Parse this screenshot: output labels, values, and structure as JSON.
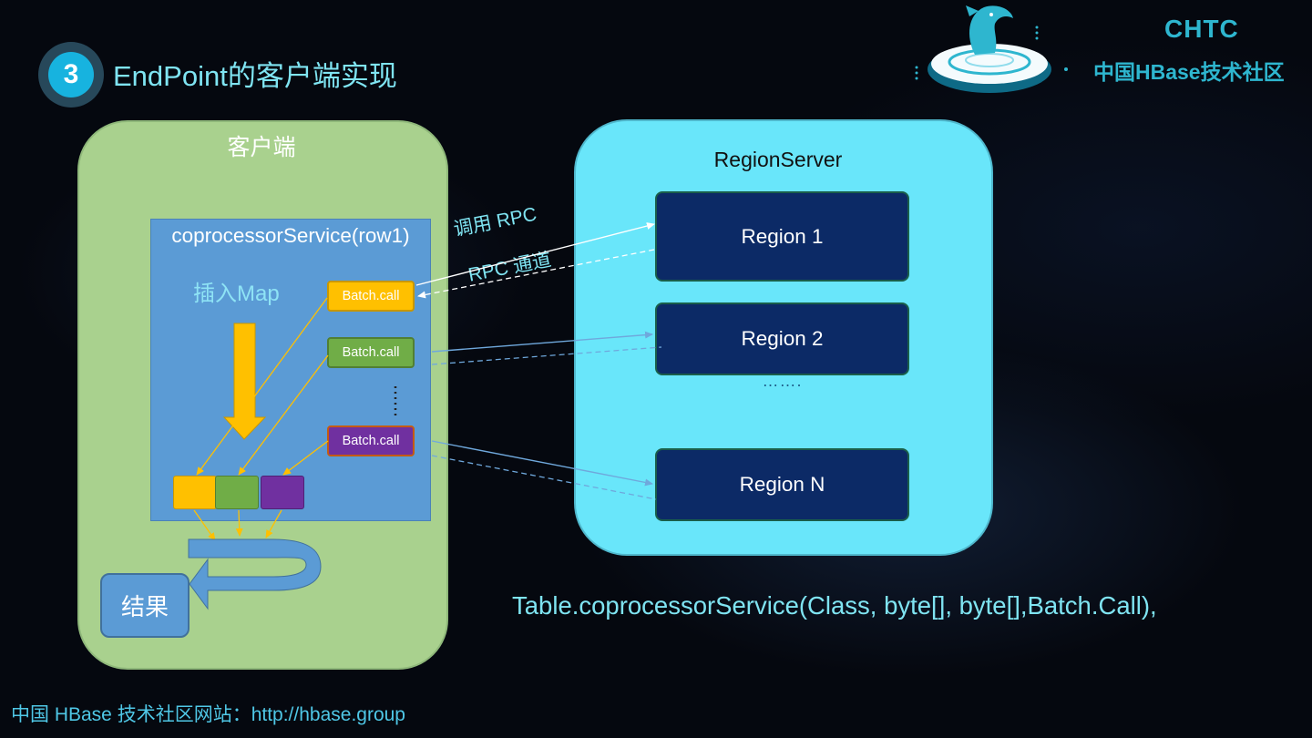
{
  "header": {
    "step_number": "3",
    "title": "EndPoint的客户端实现"
  },
  "brand": {
    "title": "CHTC",
    "subtitle": "中国HBase技术社区"
  },
  "client": {
    "label": "客户端",
    "service_label": "coprocessorService(row1)",
    "insert_label": "插入Map",
    "batch_calls": [
      "Batch.call",
      "Batch.call",
      "Batch.call"
    ],
    "result_label": "结果"
  },
  "server": {
    "label": "RegionServer",
    "regions": [
      "Region 1",
      "Region 2",
      "Region N"
    ],
    "ellipsis": "……."
  },
  "connection": {
    "rpc_call_label": "调用 RPC",
    "rpc_channel_label": "RPC 通道"
  },
  "api_signature": "Table.coprocessorService(Class,  byte[], byte[],Batch.Call),",
  "footer": {
    "text": "中国 HBase 技术社区网站：http://hbase.group"
  },
  "colors": {
    "accent": "#7fe4f2",
    "client_bg": "#a9d18e",
    "service_bg": "#5b9bd5",
    "server_bg": "#69e6fa",
    "region_bg": "#0c2a66",
    "yellow": "#ffc000",
    "green": "#70ad47",
    "purple": "#7030a0"
  }
}
